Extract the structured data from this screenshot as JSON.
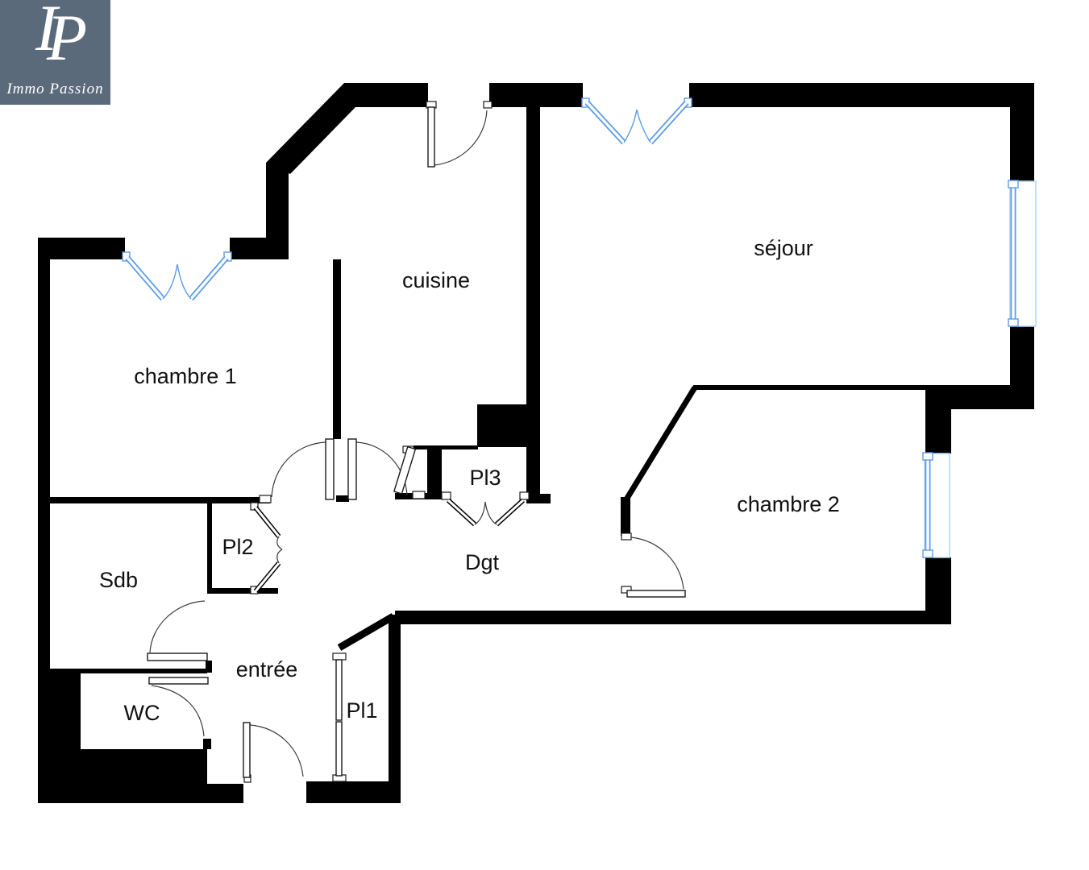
{
  "logo": {
    "letter_i": "I",
    "letter_p": "P",
    "name": "Immo Passion",
    "bg_color": "#5a6a7b"
  },
  "colors": {
    "wall": "#000000",
    "window_blue": "#5d9ce6",
    "window_blue_light": "#b5d7f3",
    "label_text": "#111111",
    "background": "#ffffff"
  },
  "rooms": {
    "chambre1": {
      "label": "chambre 1"
    },
    "cuisine": {
      "label": "cuisine"
    },
    "sejour": {
      "label": "séjour"
    },
    "chambre2": {
      "label": "chambre 2"
    },
    "sdb": {
      "label": "Sdb"
    },
    "pl2": {
      "label": "Pl2"
    },
    "pl3": {
      "label": "Pl3"
    },
    "dgt": {
      "label": "Dgt"
    },
    "entree": {
      "label": "entrée"
    },
    "wc": {
      "label": "WC"
    },
    "pl1": {
      "label": "Pl1"
    }
  }
}
